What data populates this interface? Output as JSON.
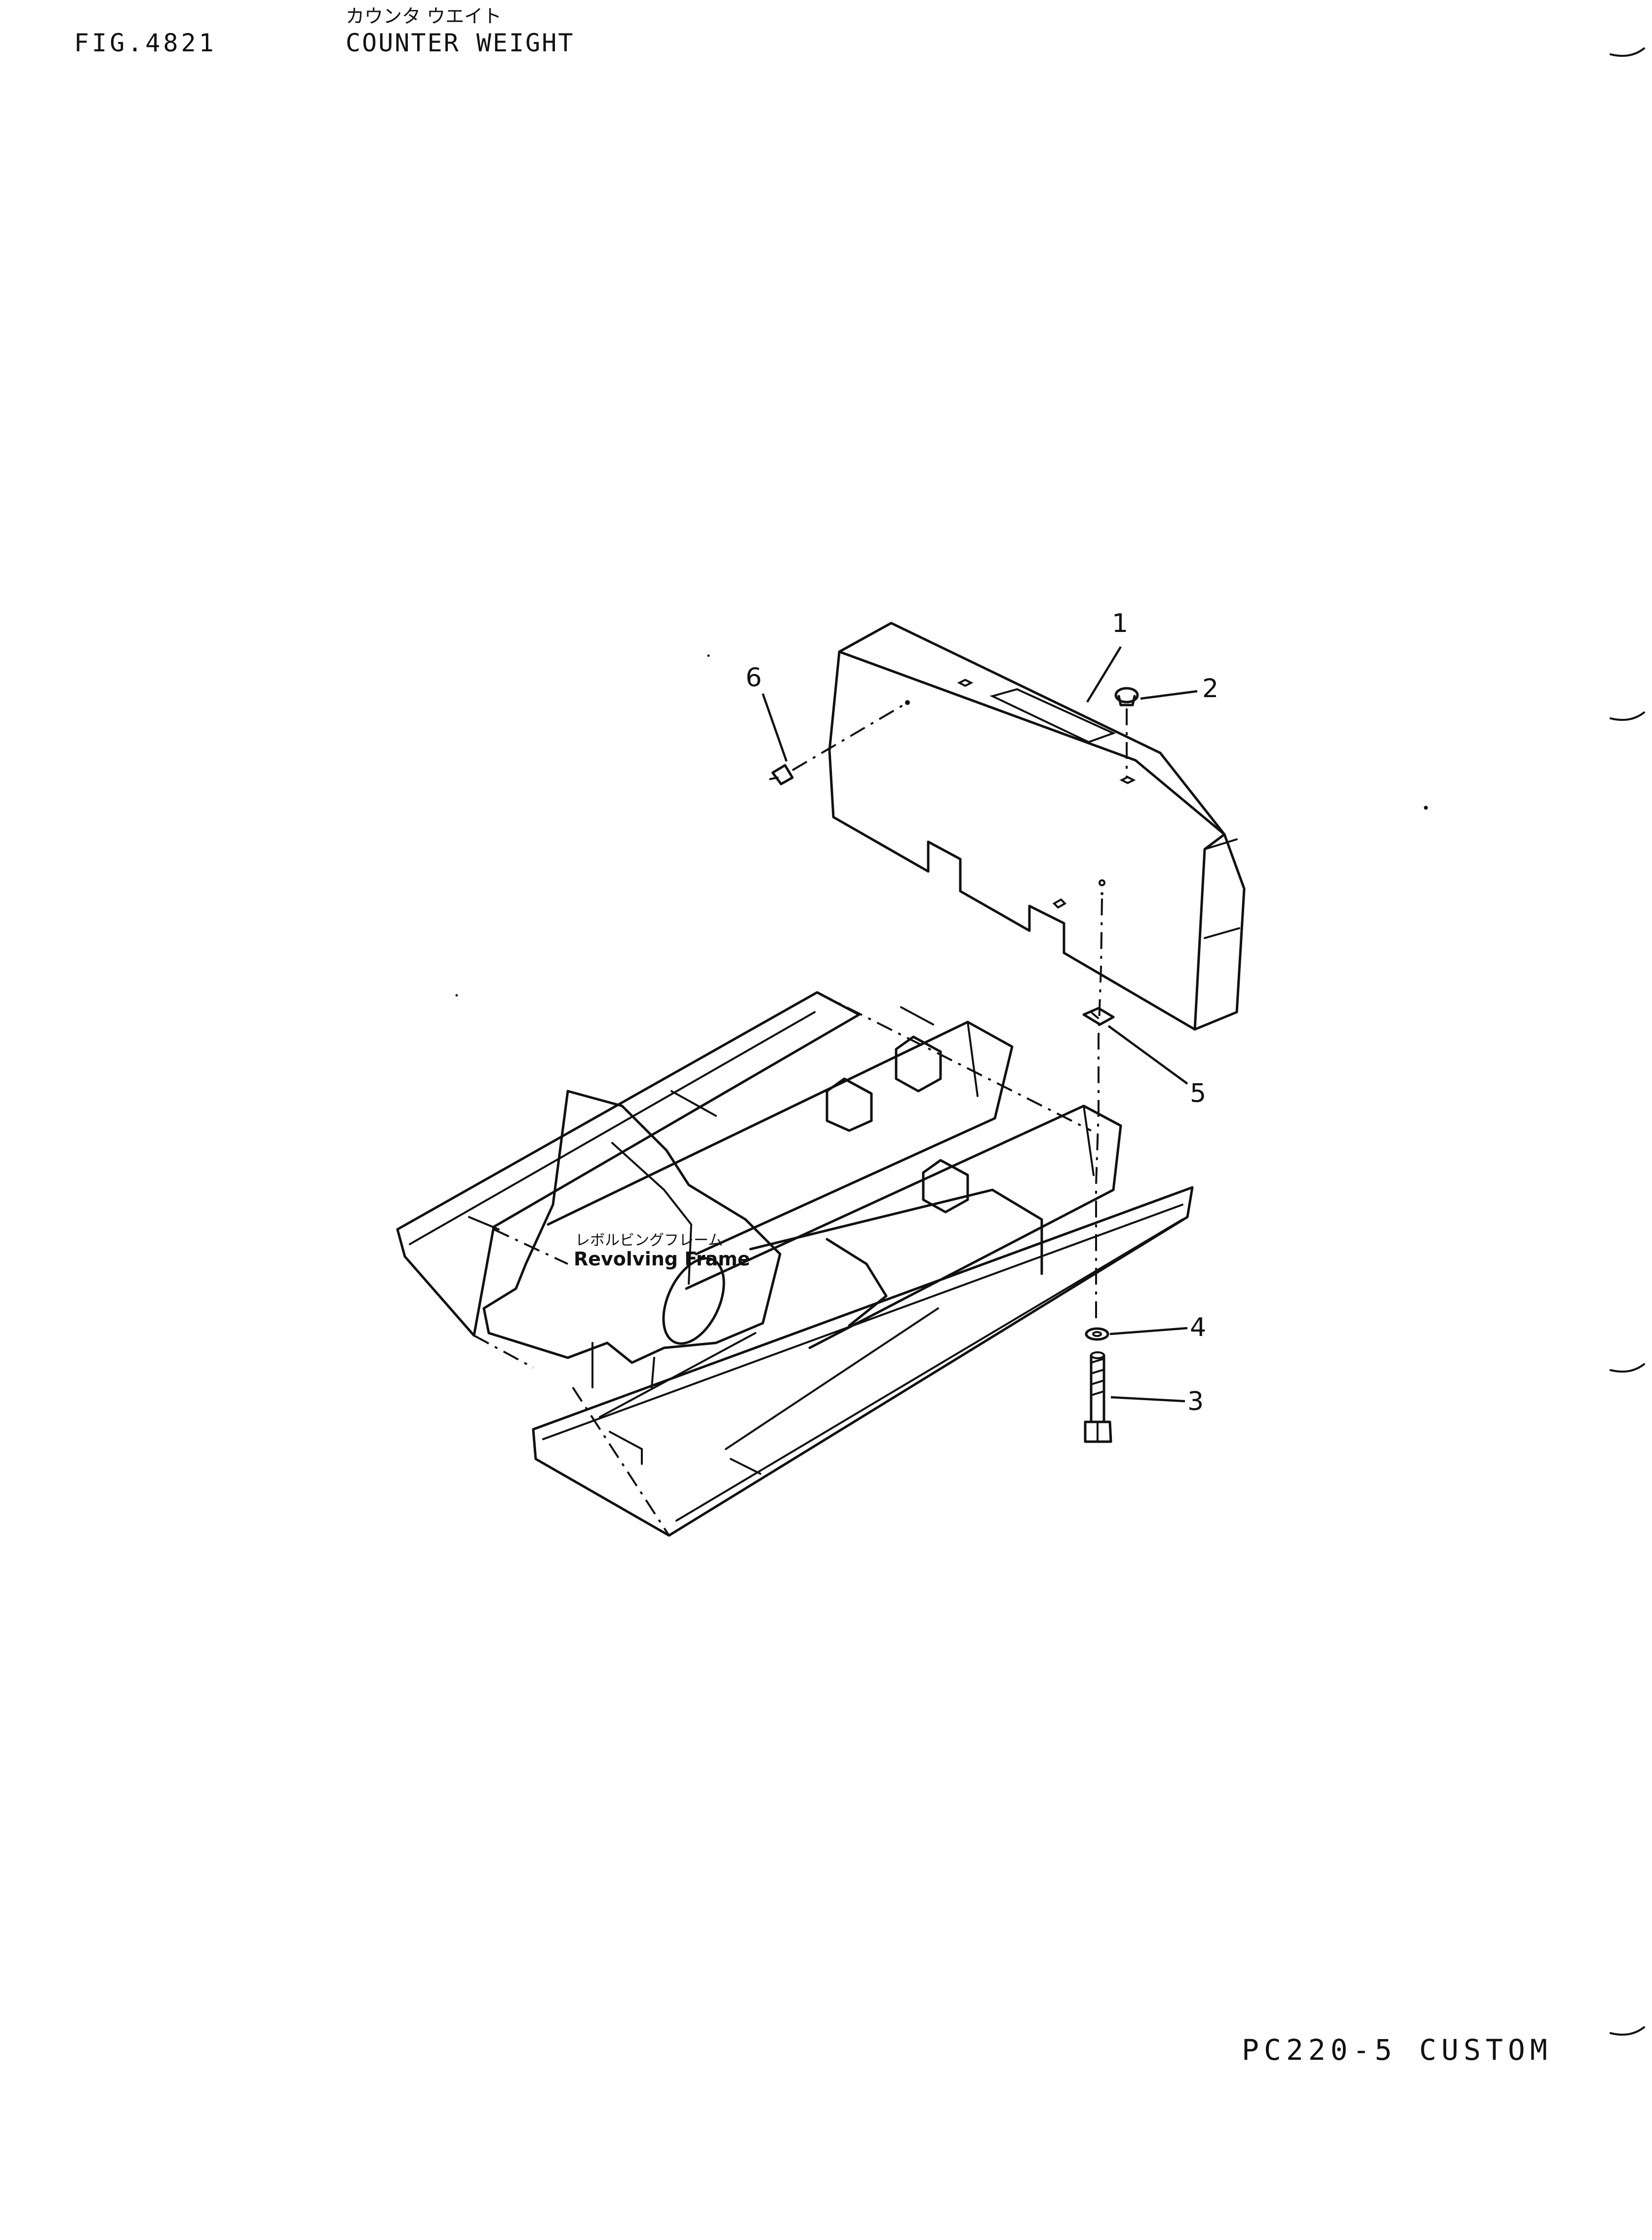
{
  "header": {
    "fig_number": "FIG.4821",
    "title_jp": "カウンタ ウエイト",
    "title_en": "COUNTER WEIGHT"
  },
  "footer": {
    "model": "PC220-5 CUSTOM"
  },
  "drawing": {
    "frame_label_jp": "レボルビングフレーム",
    "frame_label_en": "Revolving Frame",
    "callouts": [
      "1",
      "2",
      "3",
      "4",
      "5",
      "6"
    ]
  }
}
